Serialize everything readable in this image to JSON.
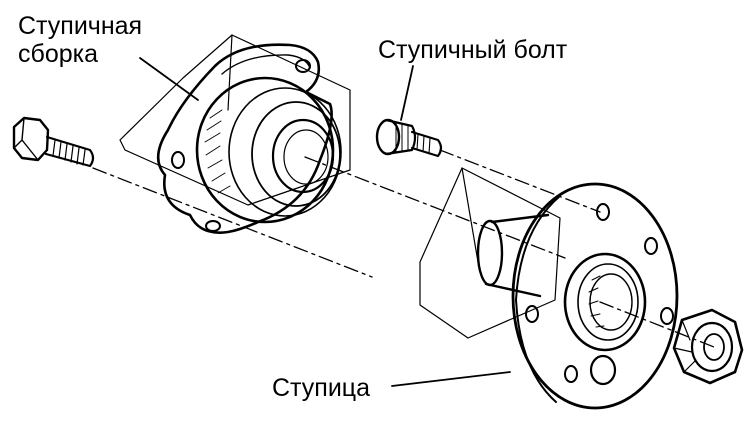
{
  "labels": {
    "hub_assembly_line1": "Ступичная",
    "hub_assembly_line2": "сборка",
    "hub_bolt": "Ступичный болт",
    "hub": "Ступица"
  },
  "colors": {
    "ink": "#000000",
    "paper": "#ffffff"
  }
}
